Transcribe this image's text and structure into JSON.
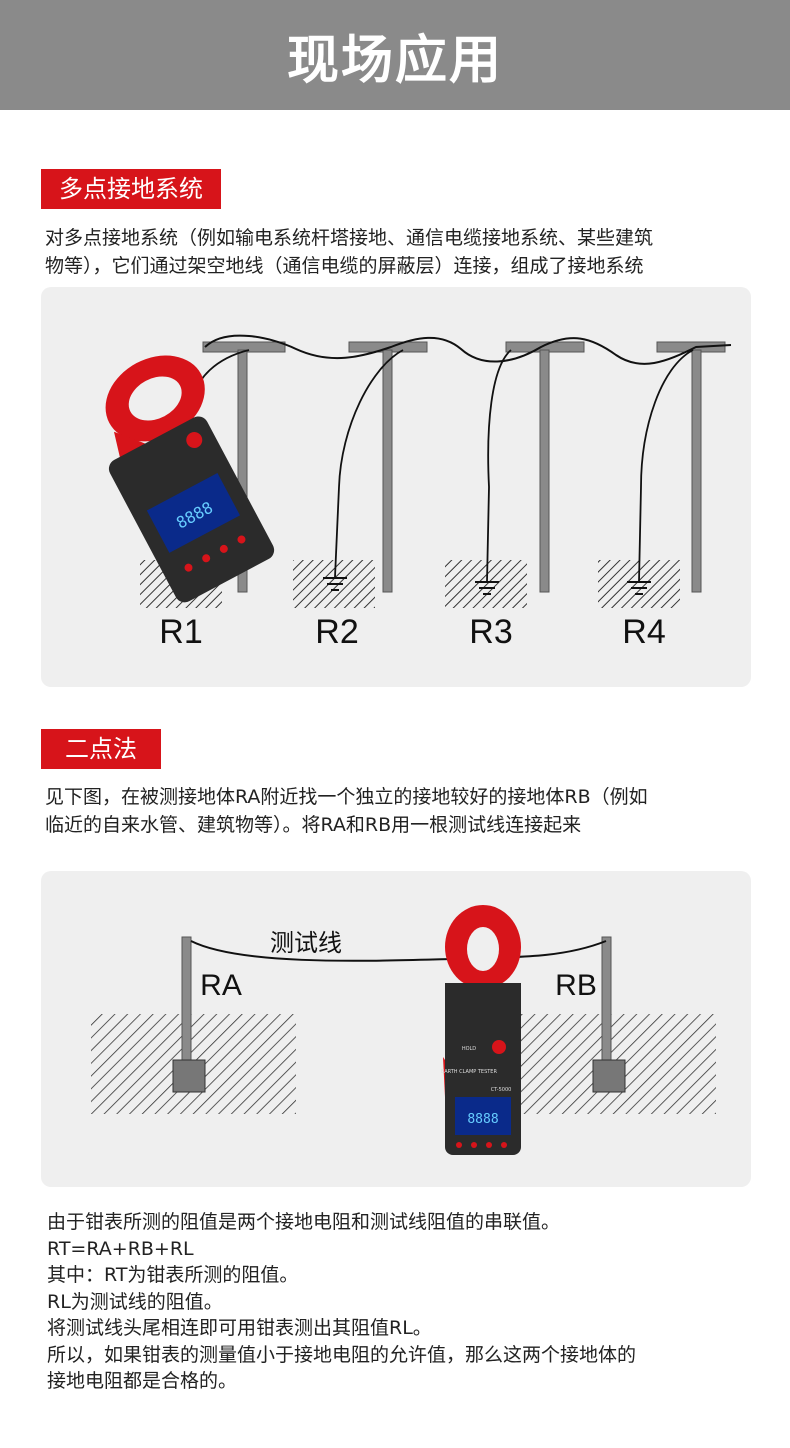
{
  "header": {
    "title": "现场应用"
  },
  "section1": {
    "tag": "多点接地系统",
    "lines": [
      "对多点接地系统（例如输电系统杆塔接地、通信电缆接地系统、某些建筑",
      "物等），它们通过架空地线（通信电缆的屏蔽层）连接，组成了接地系统"
    ],
    "labels": [
      "R1",
      "R2",
      "R3",
      "R4"
    ]
  },
  "section2": {
    "tag": "二点法",
    "lines": [
      "见下图，在被测接地体RA附近找一个独立的接地较好的接地体RB（例如",
      "临近的自来水管、建筑物等）。将RA和RB用一根测试线连接起来"
    ],
    "wire_label": "测试线",
    "left_label": "RA",
    "right_label": "RB"
  },
  "meter": {
    "button_label": "HOLD",
    "brand": "EARTH CLAMP TESTER",
    "model": "CT-5000",
    "reading": "8888"
  },
  "notes": [
    "由于钳表所测的阻值是两个接地电阻和测试线阻值的串联值。",
    "RT=RA+RB+RL",
    "其中：RT为钳表所测的阻值。",
    "RL为测试线的阻值。",
    "将测试线头尾相连即可用钳表测出其阻值RL。",
    "所以，如果钳表的测量值小于接地电阻的允许值，那么这两个接地体的",
    "接地电阻都是合格的。"
  ],
  "colors": {
    "header_bg": "#8a8a8a",
    "accent_red": "#d7141a",
    "panel_bg": "#efefef",
    "meter_body": "#2b2b2b"
  }
}
